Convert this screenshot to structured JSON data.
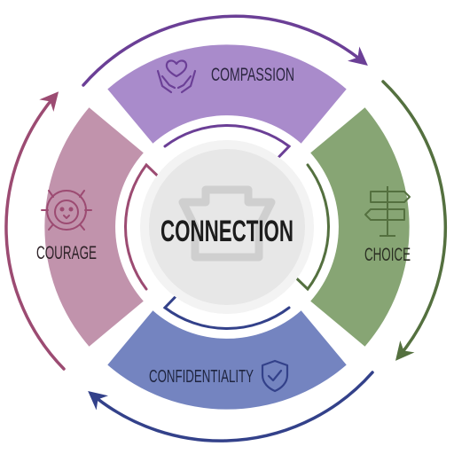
{
  "center": {
    "title": "CONNECTION"
  },
  "segments": [
    {
      "key": "compassion",
      "label": "COMPASSION",
      "icon": "hands-heart-icon",
      "color": "#a98bcb",
      "arrow_color": "#6b3f96",
      "text_color": "#2b2540"
    },
    {
      "key": "choice",
      "label": "CHOICE",
      "icon": "signpost-icon",
      "color": "#87a574",
      "arrow_color": "#54703f",
      "text_color": "#2b2f23"
    },
    {
      "key": "confidentiality",
      "label": "CONFIDENTIALITY",
      "icon": "shield-check-icon",
      "color": "#7484c0",
      "arrow_color": "#33418a",
      "text_color": "#1f2540"
    },
    {
      "key": "courage",
      "label": "COURAGE",
      "icon": "lion-icon",
      "color": "#c193ac",
      "arrow_color": "#9c4b72",
      "text_color": "#2e2228"
    }
  ],
  "colors": {
    "center_fill": "#e7e7e7",
    "center_ring": "#f3f3f3",
    "keystone": "#cfcfcf",
    "center_text": "#1c1c1c"
  }
}
